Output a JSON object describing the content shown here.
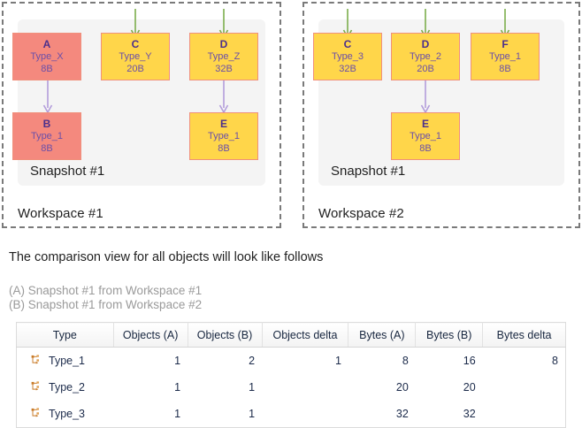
{
  "workspaces": [
    {
      "label": "Workspace #1",
      "snapshot_label": "Snapshot #1",
      "objects": [
        {
          "name": "A",
          "type": "Type_X",
          "size": "8B",
          "color": "red"
        },
        {
          "name": "C",
          "type": "Type_Y",
          "size": "20B",
          "color": "yellow"
        },
        {
          "name": "D",
          "type": "Type_Z",
          "size": "32B",
          "color": "yellow"
        },
        {
          "name": "B",
          "type": "Type_1",
          "size": "8B",
          "color": "red"
        },
        {
          "name": "E",
          "type": "Type_1",
          "size": "8B",
          "color": "yellow"
        }
      ]
    },
    {
      "label": "Workspace #2",
      "snapshot_label": "Snapshot #1",
      "objects": [
        {
          "name": "C",
          "type": "Type_3",
          "size": "32B",
          "color": "yellow"
        },
        {
          "name": "D",
          "type": "Type_2",
          "size": "20B",
          "color": "yellow"
        },
        {
          "name": "F",
          "type": "Type_1",
          "size": "8B",
          "color": "yellow"
        },
        {
          "name": "E",
          "type": "Type_1",
          "size": "8B",
          "color": "yellow"
        }
      ]
    }
  ],
  "caption": "The comparison view for all objects will look like follows",
  "legend": {
    "a": "(A) Snapshot #1 from Workspace #1",
    "b": "(B) Snapshot #1 from Workspace #2"
  },
  "table": {
    "headers": [
      "Type",
      "Objects (A)",
      "Objects (B)",
      "Objects delta",
      "Bytes (A)",
      "Bytes (B)",
      "Bytes delta"
    ],
    "rows": [
      {
        "icon": "class-icon",
        "type": "Type_1",
        "objects_a": "1",
        "objects_b": "2",
        "objects_delta": "1",
        "bytes_a": "8",
        "bytes_b": "16",
        "bytes_delta": "8"
      },
      {
        "icon": "class-icon",
        "type": "Type_2",
        "objects_a": "1",
        "objects_b": "1",
        "objects_delta": "",
        "bytes_a": "20",
        "bytes_b": "20",
        "bytes_delta": ""
      },
      {
        "icon": "class-icon",
        "type": "Type_3",
        "objects_a": "1",
        "objects_b": "1",
        "objects_delta": "",
        "bytes_a": "32",
        "bytes_b": "32",
        "bytes_delta": ""
      }
    ]
  },
  "colors": {
    "box_yellow": "#ffd64a",
    "box_red": "#f4897e",
    "box_border": "#f0907c",
    "box_text": "#5b3f8e",
    "arrow_green": "#7cad4c",
    "arrow_purple": "#b39ddb",
    "panel_bg": "#f4f4f4",
    "dashed_border": "#7a7a7a",
    "icon_orange": "#c87a28"
  }
}
